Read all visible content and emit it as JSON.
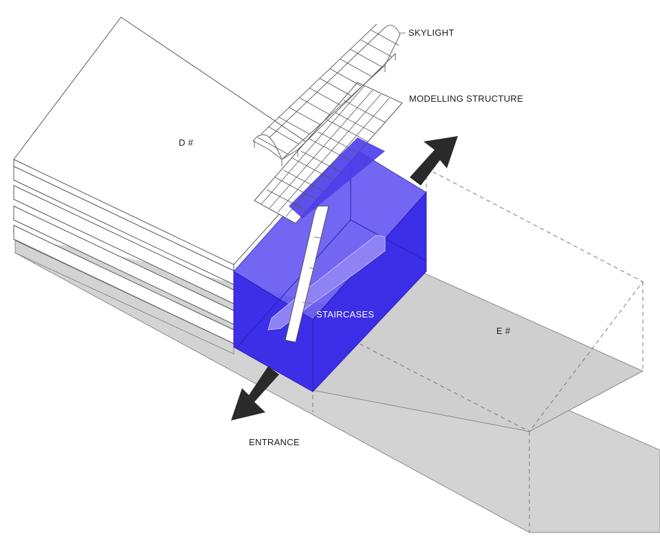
{
  "labels": {
    "skylight": "SKYLIGHT",
    "modelling_structure": "MODELLING  STRUCTURE",
    "building_d": "D #",
    "building_e": "E #",
    "staircases": "STAIRCASES",
    "entrance": "ENTRANCE"
  },
  "colors": {
    "volume_blue": "#3d2ee8",
    "ground_grey": "#d3d3d3",
    "arrow": "#2a2a2a",
    "line": "#555555"
  },
  "icons": {
    "entrance_arrow": "arrow-down-left-icon",
    "exit_arrow": "arrow-up-right-icon"
  }
}
